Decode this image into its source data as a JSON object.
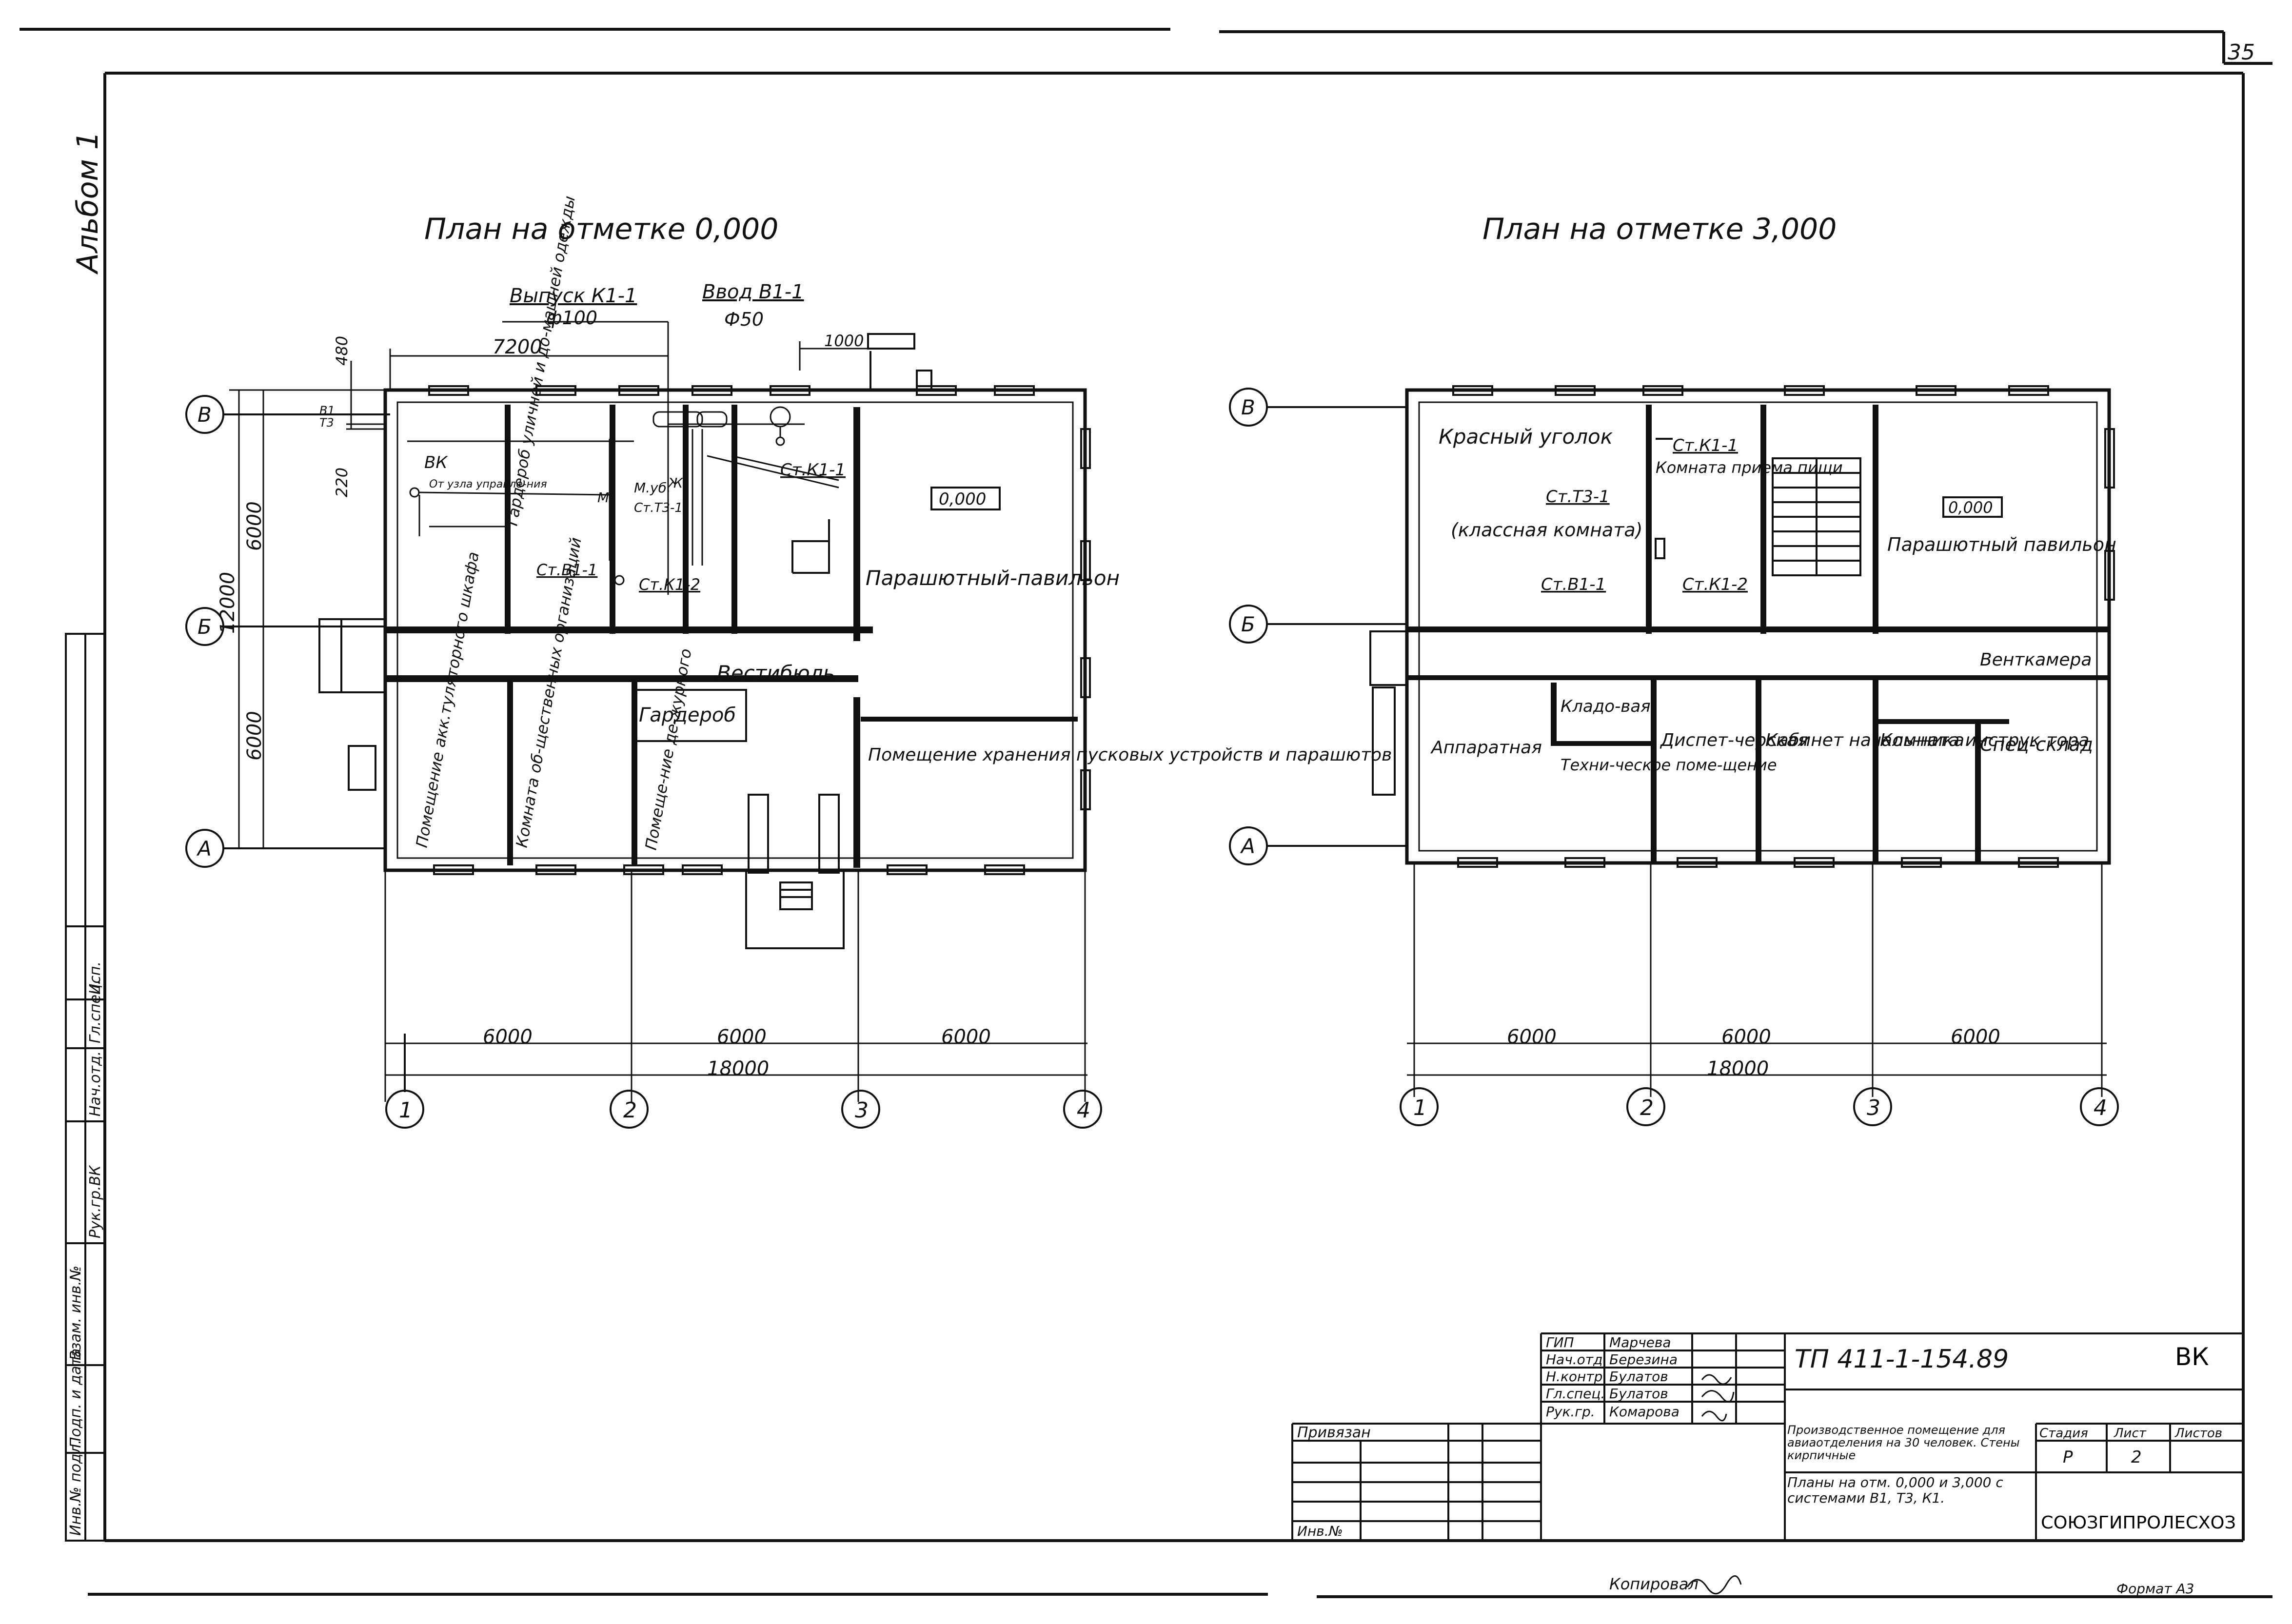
{
  "page_number": "35",
  "album_label": "Альбом 1",
  "plan_left": {
    "title": "План на отметке 0,000",
    "dims": {
      "d480": "480",
      "d220": "220",
      "d7200": "7200",
      "d1000": "1000",
      "d6000_v1": "6000",
      "d6000_v2": "6000",
      "d12000": "12000",
      "d6000_a": "6000",
      "d6000_b": "6000",
      "d6000_c": "6000",
      "d18000": "18000"
    },
    "pipe_out": {
      "label": "Выпуск К1-1",
      "dia": "ф100"
    },
    "pipe_in": {
      "label": "Ввод В1-1",
      "dia": "Ф50"
    },
    "marks": [
      "В1",
      "Т3"
    ],
    "rooms": {
      "vk": "ВК",
      "vk_sub": "От узла управле-ния",
      "garderob_street": "Гардероб уличной и до-машней одежды",
      "mzh": "М",
      "zh": "Ж",
      "mud": "М.уб.",
      "st_t3_1": "Ст.Т3-1",
      "st_k1_1": "Ст.К1-1",
      "st_b1_1": "Ст.В1-1",
      "st_k1_2": "Ст.К1-2",
      "level": "0,000",
      "parachute": "Парашютный-павильон",
      "vestibule": "Вестибюль",
      "akk": "Помещение акк.туляторного шкафа",
      "komnata_ob": "Комната об-щественных организаций",
      "garderob": "Гардероб",
      "dezhurny": "Помеще-ние де-журного",
      "storage": "Помещение хранения пусковых устройств и парашютов"
    }
  },
  "plan_right": {
    "title": "План на отметке 3,000",
    "dims": {
      "d6000_a": "6000",
      "d6000_b": "6000",
      "d6000_c": "6000",
      "d18000": "18000"
    },
    "rooms": {
      "red_corner": "Красный уголок",
      "class_room": "(классная комната)",
      "st_t3_1": "Ст.Т3-1",
      "st_b1_1": "Ст.В1-1",
      "st_k1_1": "Ст.К1-1",
      "st_k1_2": "Ст.К1-2",
      "food_room": "Комната приема пищи",
      "level": "0,000",
      "parachute": "Парашютный павильон",
      "ventkamera": "Венткамера",
      "apparatnaya": "Аппаратная",
      "kladovaya": "Кладо-вая",
      "tech": "Техни-ческое поме-щение",
      "dispatcher": "Диспет-черская",
      "chief": "Кабинет началь-ника",
      "instructor": "Комната инструк-тора",
      "special_store": "Спец-склад"
    }
  },
  "axes": {
    "rows": [
      "В",
      "Б",
      "А"
    ],
    "cols": [
      "1",
      "2",
      "3",
      "4"
    ]
  },
  "left_strip": [
    "Инв.№ подл.",
    "Подп. и дата",
    "Взам. инв.№",
    "Рук.гр.ВК",
    "Нач.отд.",
    "Гл.спец.",
    "Исп."
  ],
  "title_block": {
    "roles": [
      "ГИП",
      "Нач.отд.",
      "Н.контр.",
      "Гл.спец.",
      "Рук.гр."
    ],
    "names": [
      "Марчева",
      "Березина",
      "Булатов",
      "Булатов",
      "Комарова"
    ],
    "privyazan": "Привязан",
    "inv_no": "Инв.№",
    "code": "ТП 411-1-154.89",
    "section": "ВК",
    "description": "Производственное помещение для авиаотделения на 30 человек. Стены кирпичные",
    "stage_h": "Стадия",
    "sheet_h": "Лист",
    "sheets_h": "Листов",
    "stage": "Р",
    "sheet": "2",
    "sheet_title": "Планы на отм. 0,000 и 3,000 с системами В1, Т3, К1.",
    "org": "СОЮЗГИПРОЛЕСХОЗ"
  },
  "footer": {
    "copied": "Копировал",
    "format": "Формат А3"
  }
}
